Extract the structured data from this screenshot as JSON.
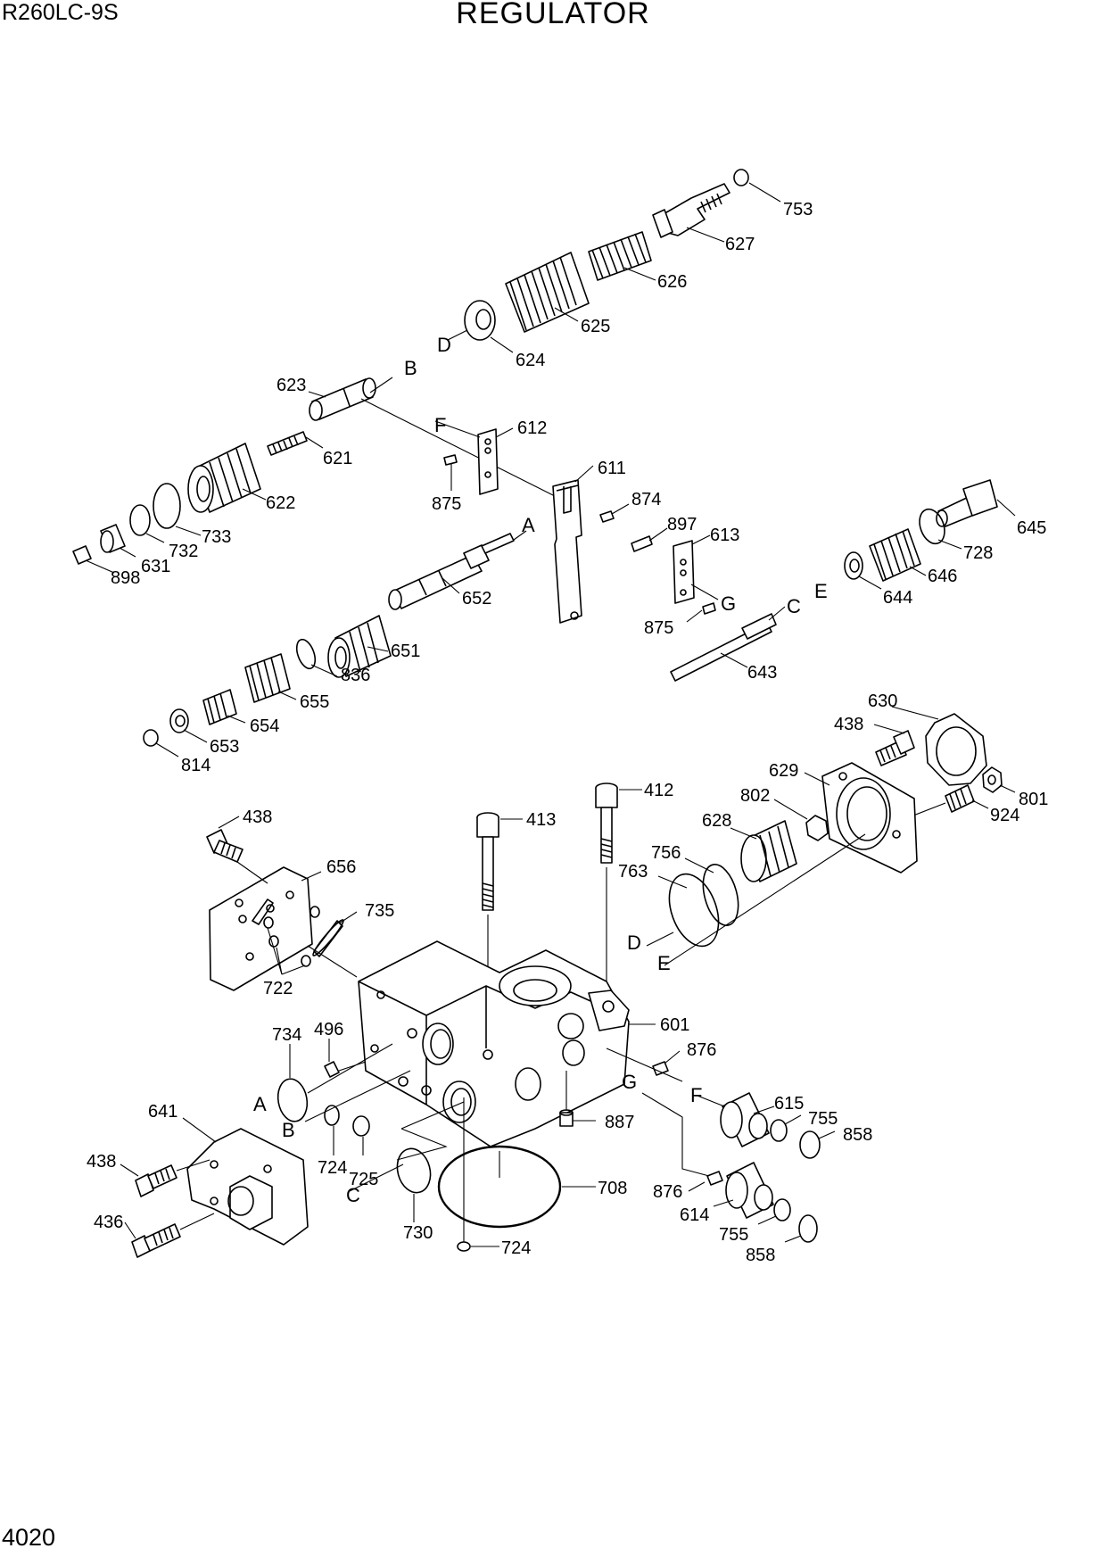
{
  "header": {
    "model": "R260LC-9S",
    "title": "REGULATOR"
  },
  "footer": {
    "page_number": "4020"
  },
  "callouts": {
    "c753": "753",
    "c627": "627",
    "c626": "626",
    "c625": "625",
    "c624": "624",
    "c623": "623",
    "c621": "621",
    "c622": "622",
    "c612": "612",
    "c611": "611",
    "c874": "874",
    "c875a": "875",
    "c875b": "875",
    "c897": "897",
    "c613": "613",
    "c733": "733",
    "c732": "732",
    "c631": "631",
    "c898": "898",
    "c652": "652",
    "c651": "651",
    "c836": "836",
    "c655": "655",
    "c654": "654",
    "c653": "653",
    "c814": "814",
    "c643": "643",
    "c645": "645",
    "c728": "728",
    "c646": "646",
    "c644": "644",
    "c630": "630",
    "c438a": "438",
    "c629": "629",
    "c802": "802",
    "c801": "801",
    "c924": "924",
    "c412": "412",
    "c413": "413",
    "c628": "628",
    "c756": "756",
    "c763": "763",
    "c438b": "438",
    "c656": "656",
    "c735": "735",
    "c722": "722",
    "c601": "601",
    "c734": "734",
    "c496": "496",
    "c876a": "876",
    "c641": "641",
    "c438c": "438",
    "c724a": "724",
    "c725": "725",
    "c887": "887",
    "c615": "615",
    "c755a": "755",
    "c858a": "858",
    "c708": "708",
    "c730": "730",
    "c876b": "876",
    "c614": "614",
    "c755b": "755",
    "c858b": "858",
    "c436": "436",
    "c724b": "724"
  },
  "reference_letters": {
    "A1": "A",
    "A2": "A",
    "B1": "B",
    "B2": "B",
    "C1": "C",
    "C2": "C",
    "D1": "D",
    "D2": "D",
    "E1": "E",
    "E2": "E",
    "F1": "F",
    "F2": "F",
    "G1": "G",
    "G2": "G"
  }
}
